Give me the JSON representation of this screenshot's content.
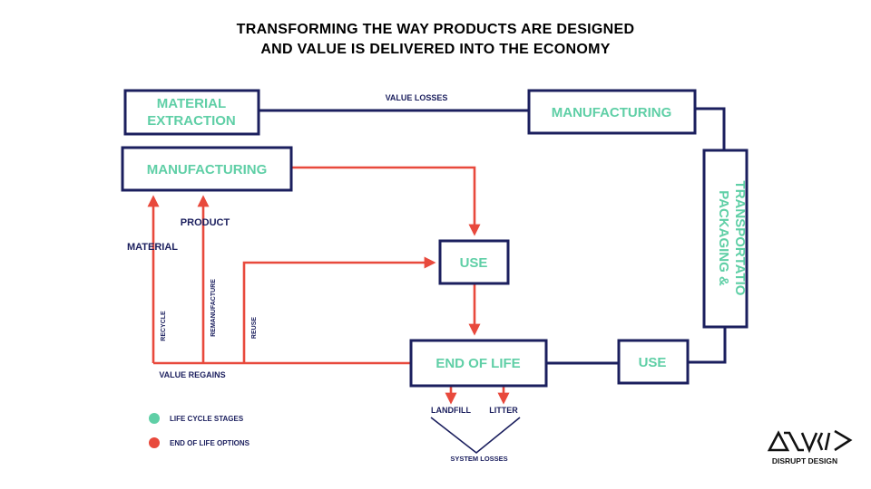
{
  "title": {
    "line1": "TRANSFORMING THE WAY PRODUCTS ARE DESIGNED",
    "line2": "AND VALUE IS DELIVERED INTO THE ECONOMY"
  },
  "boxes": {
    "material_extraction_line1": "MATERIAL",
    "material_extraction_line2": "EXTRACTION",
    "manufacturing_top": "MANUFACTURING",
    "manufacturing_left": "MANUFACTURING",
    "packaging_line1": "PACKAGING &",
    "packaging_line2": "TRANSPORTATIO",
    "use_center": "USE",
    "use_right": "USE",
    "end_of_life": "END OF LIFE"
  },
  "labels": {
    "value_losses": "VALUE LOSSES",
    "product": "PRODUCT",
    "material": "MATERIAL",
    "recycle": "RECYCLE",
    "remanufacture": "REMANUFACTURE",
    "reuse": "REUSE",
    "value_regains": "VALUE REGAINS",
    "landfill": "LANDFILL",
    "litter": "LITTER",
    "system_losses": "SYSTEM LOSSES"
  },
  "legend": [
    {
      "label": "LIFE CYCLE STAGES",
      "color": "#5fcfa6"
    },
    {
      "label": "END OF LIFE OPTIONS",
      "color": "#e8493c"
    }
  ],
  "brand": {
    "name": "DISRUPT DESIGN",
    "logo_icon": "disrupt-design-logo-icon"
  },
  "colors": {
    "navy": "#1b1f5e",
    "teal": "#5fcfa6",
    "red": "#e8493c"
  }
}
